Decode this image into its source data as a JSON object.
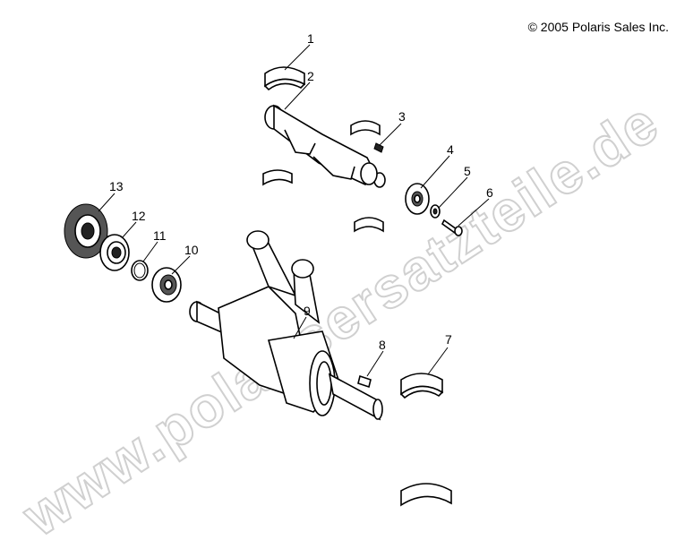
{
  "copyright": "© 2005 Polaris Sales Inc.",
  "watermark": "www.polarisersatzteile.de",
  "callouts": [
    "1",
    "2",
    "3",
    "4",
    "5",
    "6",
    "7",
    "8",
    "9",
    "10",
    "11",
    "12",
    "13"
  ],
  "parts": [
    "bearing-shell-upper",
    "balance-shaft",
    "woodruff-key-small",
    "balance-gear",
    "washer",
    "bolt",
    "bearing-shell-lower",
    "woodruff-key",
    "crankshaft-assembly",
    "bearing-ring",
    "snap-ring",
    "ball-bearing",
    "oil-seal"
  ]
}
